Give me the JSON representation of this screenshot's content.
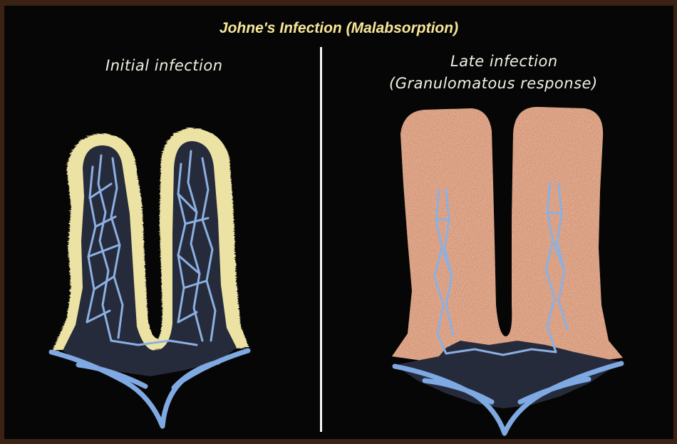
{
  "title": "Johne's Infection (Malabsorption)",
  "panels": {
    "left": {
      "caption": "Initial infection"
    },
    "right": {
      "caption_line1": "Late infection",
      "caption_line2": "(Granulomatous response)"
    }
  },
  "colors": {
    "frame": "#3a2314",
    "background": "#060606",
    "title": "#f6e69a",
    "caption": "#f1efe3",
    "epithelium": "#ece2a4",
    "granuloma": "#e2b292",
    "lamina": "#262b3c",
    "vessel": "#8cb0e2",
    "divider": "#f4f4f4"
  }
}
